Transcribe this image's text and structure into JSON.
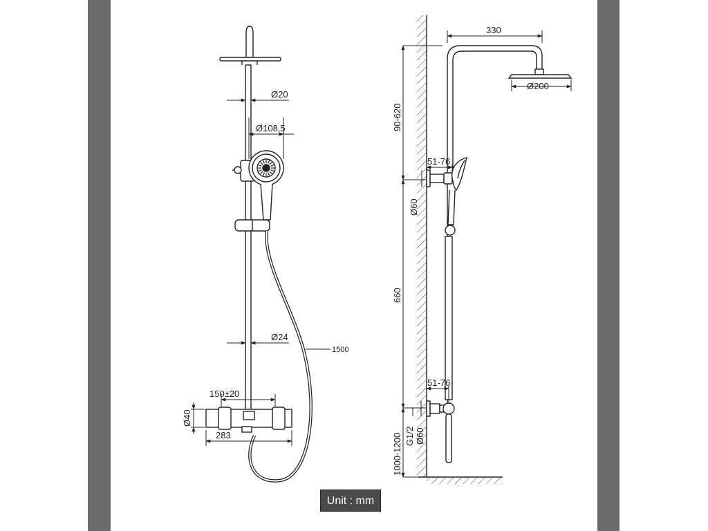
{
  "front_view": {
    "dims": {
      "rail_dia": "Ø20",
      "handshower_dia": "Ø108,5",
      "pipe_dia": "Ø24",
      "hose_length": "1500",
      "center_distance": "150±20",
      "valve_length": "283",
      "valve_dia": "Ø40"
    }
  },
  "side_view": {
    "dims": {
      "arm_reach": "330",
      "head_dia": "Ø200",
      "height_adjust": "90-620",
      "bracket_depth_upper": "51-76",
      "flange_dia_upper": "Ø60",
      "rail_length": "660",
      "bracket_depth_lower": "51-76",
      "inlet_thread": "G1/2",
      "flange_dia_lower": "Ø60",
      "mount_height": "1000-1200"
    }
  },
  "unit_label": "Unit : mm"
}
